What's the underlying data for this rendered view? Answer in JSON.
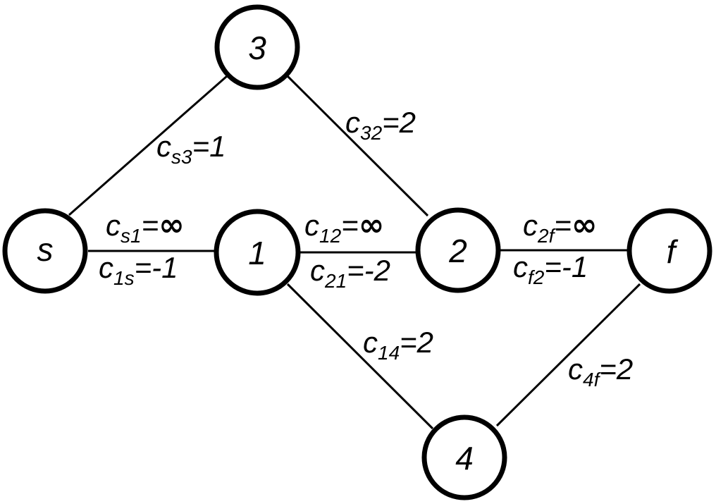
{
  "nodes": {
    "s": "s",
    "n1": "1",
    "n2": "2",
    "n3": "3",
    "n4": "4",
    "f": "f"
  },
  "edge_labels": {
    "c_s3": {
      "c": "c",
      "sub": "s3",
      "eq": "=1"
    },
    "c_32": {
      "c": "c",
      "sub": "32",
      "eq": "=2"
    },
    "c_s1": {
      "c": "c",
      "sub": "s1",
      "eq": "=",
      "inf": "∞"
    },
    "c_1s": {
      "c": "c",
      "sub": "1s",
      "eq": "=-1"
    },
    "c_12": {
      "c": "c",
      "sub": "12",
      "eq": "=",
      "inf": "∞"
    },
    "c_21": {
      "c": "c",
      "sub": "21",
      "eq": "=-2"
    },
    "c_2f": {
      "c": "c",
      "sub": "2f",
      "eq": "=",
      "inf": "∞"
    },
    "c_f2": {
      "c": "c",
      "sub": "f2",
      "eq": "=-1"
    },
    "c_14": {
      "c": "c",
      "sub": "14",
      "eq": "=2"
    },
    "c_4f": {
      "c": "c",
      "sub": "4f",
      "eq": "=2"
    }
  }
}
